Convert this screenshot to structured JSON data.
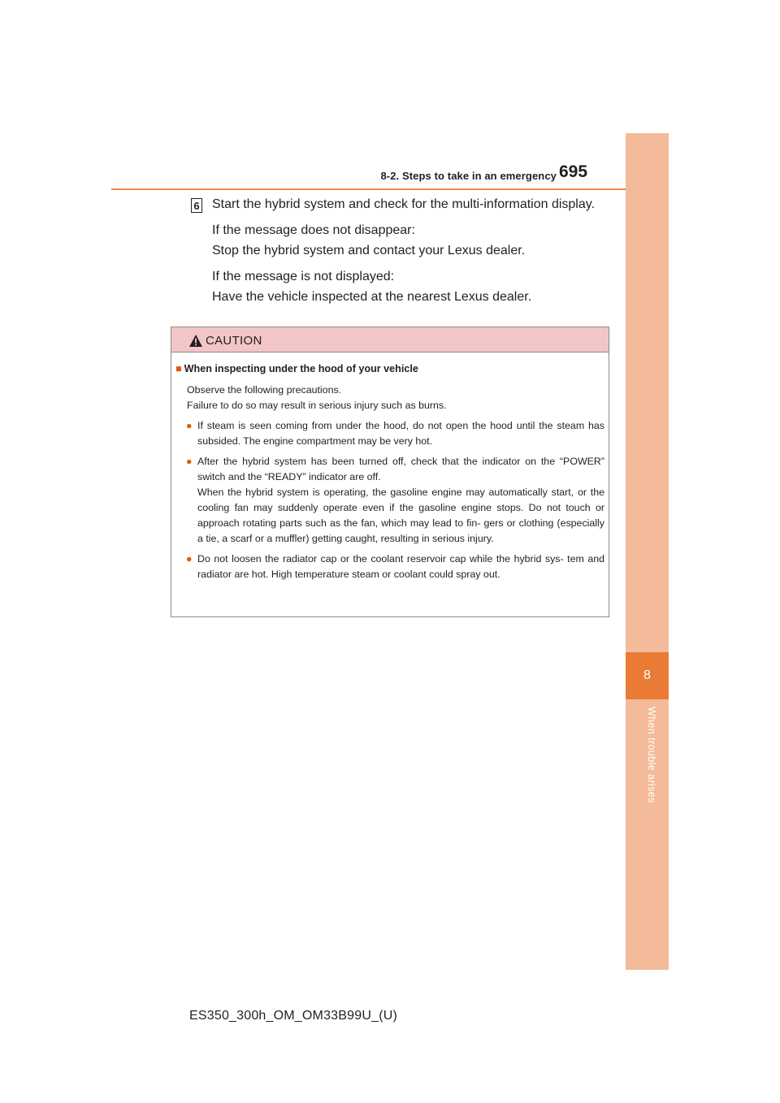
{
  "header": {
    "section_title": "8-2. Steps to take in an emergency",
    "page_number": "695"
  },
  "side_tab": {
    "chapter_number": "8",
    "chapter_label": "When trouble arises"
  },
  "step": {
    "number": "6",
    "lines": [
      "Start the hybrid system and check for the multi-information display.",
      "If the message does not disappear:",
      "Stop the hybrid system and contact your Lexus dealer.",
      "If the message is not displayed:",
      "Have the vehicle inspected at the nearest Lexus dealer."
    ]
  },
  "caution": {
    "title": "CAUTION",
    "heading": "When inspecting under the hood of your vehicle",
    "intro_lines": [
      "Observe the following precautions.",
      "Failure to do so may result in serious injury such as burns."
    ],
    "bullets": [
      "If steam is seen coming from under the hood, do not open the hood until the steam has subsided. The engine compartment may be very hot.",
      "After the hybrid system has been turned off, check that the indicator on the “POWER” switch and the “READY” indicator are off.",
      "When the hybrid system is operating, the gasoline engine may automatically start, or the cooling fan may suddenly operate even if the gasoline engine stops. Do not touch or approach rotating parts such as the fan, which may lead to fin- gers or clothing (especially a tie, a scarf or a muffler) getting caught, resulting in serious injury.",
      "Do not loosen the radiator cap or the coolant reservoir cap while the hybrid sys- tem and radiator are hot. High temperature steam or coolant could spray out."
    ]
  },
  "footer": {
    "document_code": "ES350_300h_OM_OM33B99U_(U)"
  }
}
